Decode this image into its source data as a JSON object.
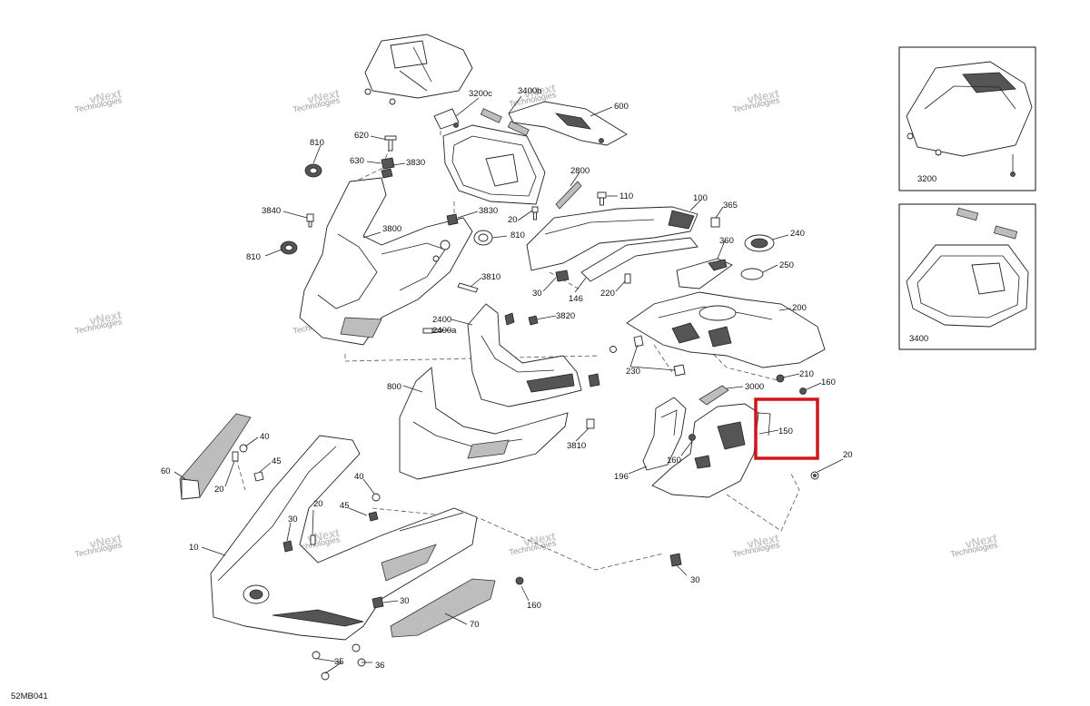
{
  "diagram": {
    "code": "52MB041",
    "watermark_line1": "vNext",
    "watermark_line2": "Technologies",
    "labels": {
      "p3200c": "3200c",
      "p3400b": "3400b",
      "p600": "600",
      "p620": "620",
      "p810a": "810",
      "p630": "630",
      "p3830a": "3830",
      "p2800": "2800",
      "p110": "110",
      "p100": "100",
      "p365": "365",
      "p3840": "3840",
      "p3830b": "3830",
      "p20a": "20",
      "p3800": "3800",
      "p810b": "810",
      "p810c": "810",
      "p360": "360",
      "p240": "240",
      "p250": "250",
      "p3810a": "3810",
      "p30a": "30",
      "p146": "146",
      "p220": "220",
      "p200": "200",
      "p2400": "2400",
      "p2400a": "2400a",
      "p3820": "3820",
      "p230": "230",
      "p210": "210",
      "p160a": "160",
      "p800": "800",
      "p3000": "3000",
      "p150": "150",
      "p3810b": "3810",
      "p160b": "160",
      "p196": "196",
      "p20b": "20",
      "p40a": "40",
      "p60": "60",
      "p45a": "45",
      "p20c": "20",
      "p40b": "40",
      "p20d": "20",
      "p45b": "45",
      "p30b": "30",
      "p10": "10",
      "p30c": "30",
      "p160c": "160",
      "p30d": "30",
      "p70": "70",
      "p35": "35",
      "p36": "36"
    },
    "insets": [
      {
        "label": "3200"
      },
      {
        "label": "3400"
      }
    ],
    "highlight_color": "#d0161b"
  }
}
